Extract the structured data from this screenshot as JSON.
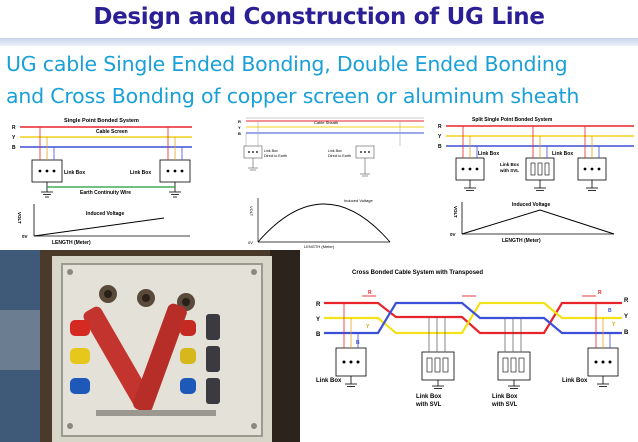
{
  "slide": {
    "title": "Design and Construction of UG Line",
    "subtitle_line1": "UG cable Single Ended Bonding, Double Ended Bonding",
    "subtitle_line2": "and Cross Bonding of copper screen or aluminum sheath"
  },
  "phases": {
    "r": "R",
    "y": "Y",
    "b": "B"
  },
  "diagram_single": {
    "title": "Single Point Bonded System",
    "cable_screen": "Cable Screen",
    "link_box_left": "Link Box",
    "link_box_right": "Link Box",
    "ecc": "Earth Continuity Wire",
    "voltage_label": "Induced Voltage",
    "y_axis": "VOLT",
    "origin": "0V",
    "x_axis": "LENGTH (Meter)"
  },
  "diagram_double": {
    "cable_sheath": "Cable Sheath",
    "link_box_left_1": "Link Box",
    "link_box_left_2": "Direct to Earth",
    "link_box_right_1": "Link Box",
    "link_box_right_2": "Direct to Earth",
    "voltage_label": "Induced Voltage",
    "y_axis": "VOLT",
    "origin": "0V",
    "x_axis": "LENGTH (Meter)"
  },
  "diagram_split": {
    "title": "Split Single Point Bonded System",
    "link_box_left": "Link Box",
    "link_box_mid_1": "Link Box",
    "link_box_mid_2": "with SVL",
    "link_box_right": "Link Box",
    "voltage_label": "Induced Voltage",
    "y_axis": "VOLT",
    "origin": "0V",
    "x_axis": "LENGTH (Meter)"
  },
  "diagram_cross": {
    "title": "Cross Bonded Cable System with Transposed",
    "link_box_1": "Link Box",
    "link_box_2a": "Link Box",
    "link_box_2b": "with SVL",
    "link_box_3a": "Link Box",
    "link_box_3b": "with SVL",
    "link_box_4": "Link Box"
  },
  "colors": {
    "r_phase": "#e8232a",
    "y_phase": "#f3e21a",
    "b_phase": "#3b4fd8",
    "title_blue": "#2b1f96",
    "subtitle_blue": "#1aa0d8",
    "enclosure_grey": "#e4e2d8"
  }
}
